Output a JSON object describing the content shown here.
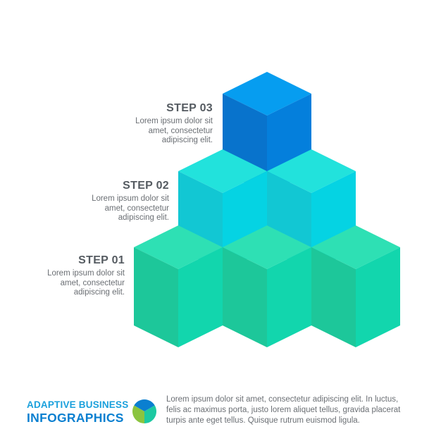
{
  "steps": [
    {
      "title": "STEP 03",
      "lines": [
        "Lorem ipsum dolor sit",
        "amet, consectetur",
        "adipiscing elit."
      ]
    },
    {
      "title": "STEP 02",
      "lines": [
        "Lorem ipsum dolor sit",
        "amet, consectetur",
        "adipiscing elit."
      ]
    },
    {
      "title": "STEP 01",
      "lines": [
        "Lorem ipsum dolor sit",
        "amet, consectetur",
        "adipiscing elit."
      ]
    }
  ],
  "footer": {
    "brand_line1": "ADAPTIVE BUSINESS",
    "brand_line2": "INFOGRAPHICS",
    "text_lines": [
      "Lorem ipsum dolor sit amet, consectetur adipiscing elit. In luctus,",
      "felis ac maximus porta, justo lorem aliquet tellus, gravida placerat",
      "turpis ante eget tellus. Quisque rutrum euismod ligula."
    ]
  },
  "colors": {
    "tier1": {
      "top": "#2ee0b4",
      "left": "#1dc79a",
      "right": "#12d6ad"
    },
    "tier2": {
      "top": "#22e2dc",
      "left": "#12c7d3",
      "right": "#05d3e3"
    },
    "tier3": {
      "top": "#069df0",
      "left": "#0873cc",
      "right": "#047fdc"
    },
    "pie": [
      "#0a7fd0",
      "#1cc9a2",
      "#8bc43f"
    ]
  }
}
